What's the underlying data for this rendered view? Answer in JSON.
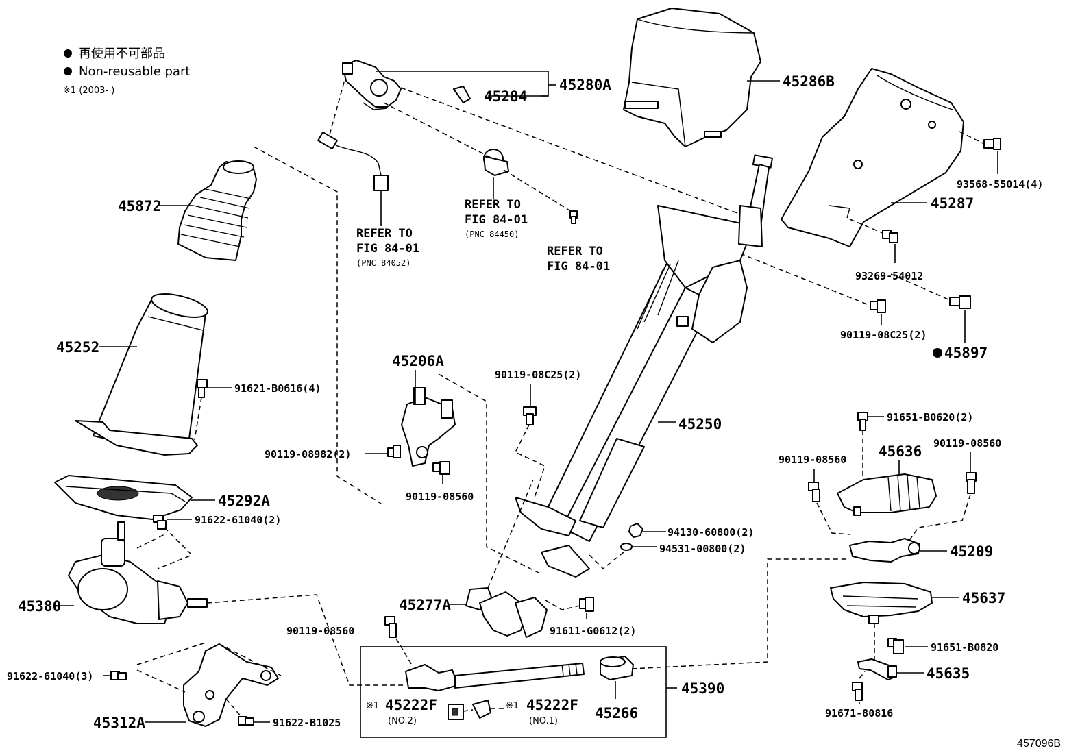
{
  "legend": {
    "line1": "再使用不可部品",
    "line2": "Non-reusable part",
    "line3": "※1 (2003-      )"
  },
  "labels": {
    "p45280A": "45280A",
    "p45284": "45284",
    "p45286B": "45286B",
    "p45287": "45287",
    "p93568": "93568-55014(4)",
    "p93269": "93269-54012",
    "p90119_08C25_right": "90119-08C25(2)",
    "p45897": "45897",
    "p45872": "45872",
    "p45252": "45252",
    "p91621": "91621-B0616(4)",
    "p45206A": "45206A",
    "p90119_08982": "90119-08982(2)",
    "p90119_08560_mid": "90119-08560",
    "p90119_08C25_mid": "90119-08C25(2)",
    "p45250": "45250",
    "p45292A": "45292A",
    "p91622_61040_2": "91622-61040(2)",
    "p45380": "45380",
    "p91622_61040_3": "91622-61040(3)",
    "p45312A": "45312A",
    "p91622_B1025": "91622-B1025",
    "p90119_08560_low": "90119-08560",
    "p45277A": "45277A",
    "p91611": "91611-G0612(2)",
    "p94130": "94130-60800(2)",
    "p94531": "94531-00800(2)",
    "p45222F_no2": "45222F",
    "no2": "(NO.2)",
    "p45222F_no1": "45222F",
    "no1": "(NO.1)",
    "mark1a": "※1",
    "mark1b": "※1",
    "p45266": "45266",
    "p45390": "45390",
    "p91651_B0620": "91651-B0620(2)",
    "p45636": "45636",
    "p90119_08560_r1": "90119-08560",
    "p90119_08560_r2": "90119-08560",
    "p45209": "45209",
    "p45637": "45637",
    "p91651_B0820": "91651-B0820",
    "p45635": "45635",
    "p91671": "91671-80816",
    "figure_id": "457096B"
  },
  "refs": {
    "ref1_line1": "REFER TO",
    "ref1_line2": "FIG 84-01",
    "ref1_line3": "(PNC 84052)",
    "ref2_line1": "REFER TO",
    "ref2_line2": "FIG 84-01",
    "ref2_line3": "(PNC 84450)",
    "ref3_line1": "REFER TO",
    "ref3_line2": "FIG 84-01"
  }
}
